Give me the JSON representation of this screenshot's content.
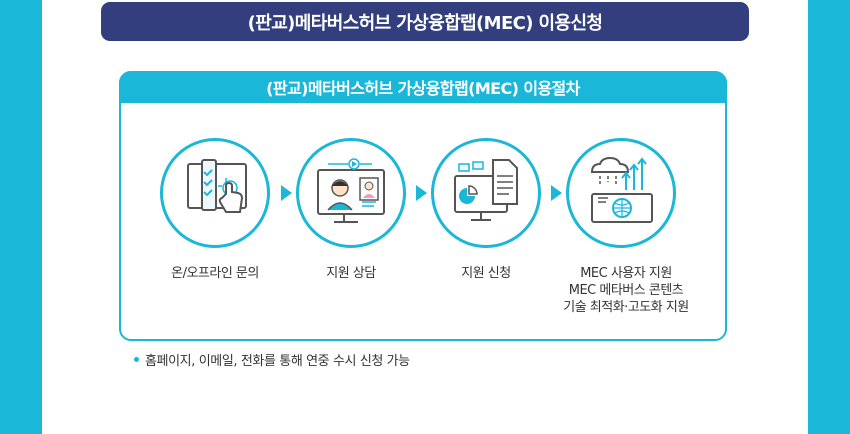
{
  "title": "(판교)메타버스허브 가상융합랩(MEC) 이용신청",
  "procedure": {
    "header": "(판교)메타버스허브 가상융합랩(MEC) 이용절차",
    "steps": [
      {
        "icon": "checklist-touch-icon",
        "lines": [
          "온/오프라인 문의"
        ]
      },
      {
        "icon": "video-consult-icon",
        "lines": [
          "지원 상담"
        ]
      },
      {
        "icon": "document-apply-icon",
        "lines": [
          "지원 신청"
        ]
      },
      {
        "icon": "cloud-optimize-icon",
        "lines": [
          "MEC 사용자 지원",
          "MEC 메타버스 콘텐츠",
          "기술 최적화·고도화 지원"
        ]
      }
    ]
  },
  "note": "홈페이지, 이메일, 전화를 통해 연중 수시 신청 가능",
  "colors": {
    "accent": "#1ab7d9",
    "title_bg": "#323e7e",
    "text": "#333333"
  }
}
